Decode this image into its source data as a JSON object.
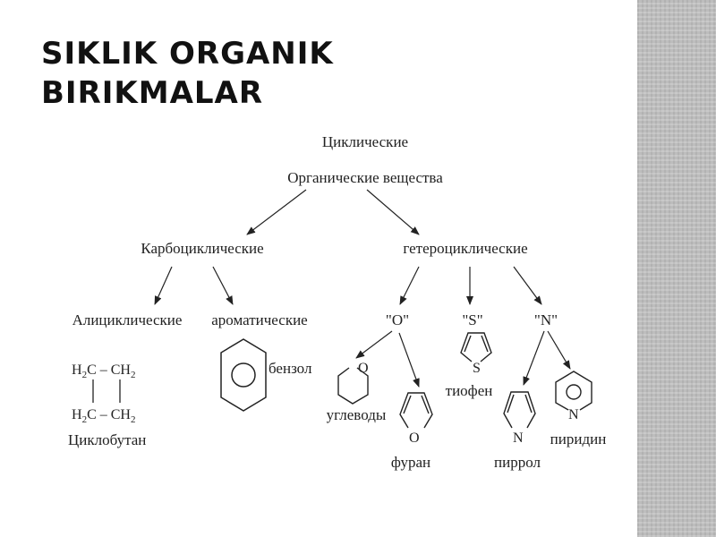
{
  "slide": {
    "title_line1": "SIKLIK ORGANIK",
    "title_line2": "BIRIKMALAR"
  },
  "diagram": {
    "root_line1": "Циклические",
    "root_line2": "Органические вещества",
    "carbo": "Карбоциклические",
    "hetero": "гетероциклические",
    "alicyclic": "Алициклические",
    "aromatic": "ароматические",
    "o_group": "\"O\"",
    "s_group": "\"S\"",
    "n_group": "\"N\"",
    "cb_top_h": "H",
    "cb_top_2": "2",
    "cb_top_c": "C – CH",
    "cb_top_2b": "2",
    "cb_bot_h": "H",
    "cb_bot_2": "2",
    "cb_bot_c": "C – CH",
    "cb_bot_2b": "2",
    "cyclobutane": "Циклобутан",
    "benzene": "бензол",
    "carbohydrates": "углеводы",
    "furan": "фуран",
    "thiophene": "тиофен",
    "pyrrole": "пиррол",
    "pyridine": "пиридин",
    "atom_o": "O",
    "atom_o2": "O",
    "atom_s": "S",
    "atom_n": "N",
    "atom_n2": "N"
  },
  "colors": {
    "sidebar": "#bdbdbd",
    "ink": "#222222",
    "title": "#111111"
  }
}
